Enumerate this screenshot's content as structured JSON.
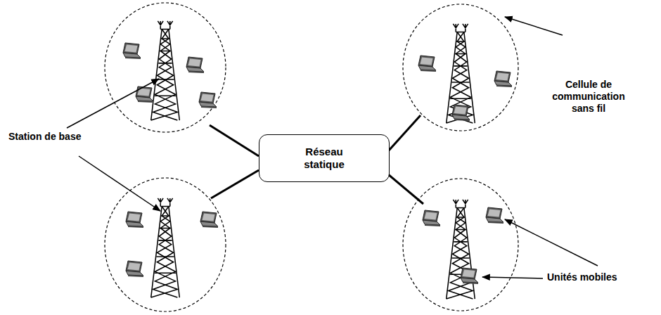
{
  "diagram": {
    "nodes": [
      {
        "text": [
          "Réseau statique"
        ]
      }
    ],
    "labels": [
      "Station de base",
      "Cellule de communication sans fil",
      "Unités mobiles"
    ]
  }
}
